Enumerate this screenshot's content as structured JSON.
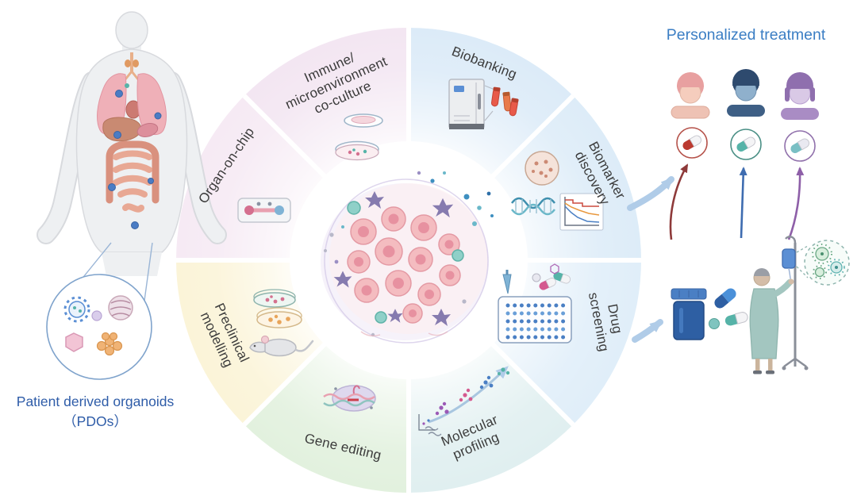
{
  "left_panel": {
    "caption_lines": [
      "Patient derived organoids",
      "（PDOs）"
    ]
  },
  "wheel": {
    "segments": [
      {
        "name": "biobanking",
        "lines": [
          "Biobanking"
        ],
        "color": "#dcebf8"
      },
      {
        "name": "biomarker-discovery",
        "lines": [
          "Biomarker",
          "discovery"
        ],
        "color": "#ddecf8"
      },
      {
        "name": "drug-screening",
        "lines": [
          "Drug",
          "screening"
        ],
        "color": "#e0eef9"
      },
      {
        "name": "molecular-profiling",
        "lines": [
          "Molecular",
          "profiling"
        ],
        "color": "#e0eff0"
      },
      {
        "name": "gene-editing",
        "lines": [
          "Gene editing"
        ],
        "color": "#e2f1de"
      },
      {
        "name": "preclinical-modelling",
        "lines": [
          "Preclinical",
          "modelling"
        ],
        "color": "#fbf4d8"
      },
      {
        "name": "organ-on-chip",
        "lines": [
          "Organ-on-chip"
        ],
        "color": "#f6eaf4"
      },
      {
        "name": "immune-coculture",
        "lines": [
          "Immune/",
          "microenvironment",
          "co-culture"
        ],
        "color": "#f3e6f2"
      }
    ]
  },
  "right_panel": {
    "title": "Personalized treatment"
  },
  "palette": {
    "caption_blue": "#2e5ca8",
    "title_blue": "#3b7ec4",
    "label_gray": "#3b3b3b",
    "arrow_red": "#8e3a3a",
    "arrow_blue": "#3e6cb0",
    "arrow_purple": "#8e5fa8",
    "flow_arrow_light_blue": "#b0cce8",
    "pill_bottle_blue": "#2e5fa3"
  },
  "icons": {
    "center": "tumor-organoid-cluster",
    "biobanking": "freezer-with-sample-tubes",
    "biomarker_discovery": "petri-dish-dna-survival-plot",
    "drug_screening": "well-plate-with-pills",
    "molecular_profiling": "omics-scatter-arrow",
    "gene_editing": "crispr-dna-complex",
    "preclinical_modelling": "petri-dishes-and-mouse",
    "organ_on_chip": "microfluidic-chip",
    "immune_coculture": "co-culture-dishes",
    "left_body": "human-body-with-tumors",
    "left_inset": "organoid-magnifier",
    "right_people": "three-patients-with-pills",
    "right_patient": "patient-with-iv-and-cell-therapy",
    "right_bottle": "pill-bottle-with-capsules"
  }
}
